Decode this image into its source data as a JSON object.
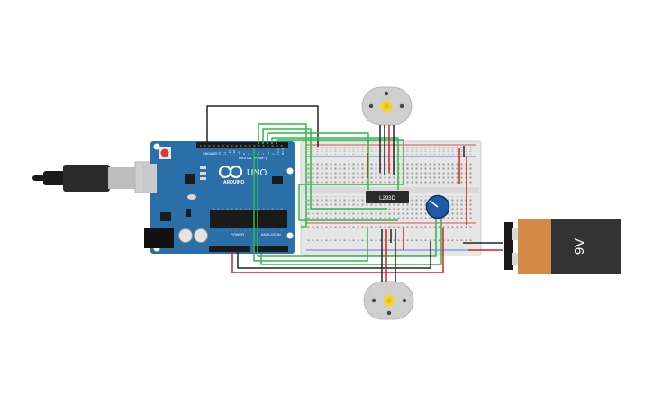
{
  "circuit": {
    "arduino": {
      "brand": "ARDUINO",
      "model": "UNO",
      "header_digital": "DIGITAL (PWM~)",
      "header_power": "POWER",
      "header_analog": "ANALOG IN",
      "pin_aref": "AREF",
      "pin_gnd": "GND",
      "digital_pins": [
        "13",
        "12",
        "~11",
        "~10",
        "~9",
        "8",
        "7",
        "~6",
        "~5",
        "4",
        "~3",
        "2",
        "TX 1",
        "RX 0"
      ]
    },
    "motor_driver": {
      "label": "L293D"
    },
    "battery": {
      "label": "9V"
    },
    "colors": {
      "arduino_board": "#2a6fa8",
      "wire_green": "#2eb84a",
      "wire_red": "#d82020",
      "wire_black": "#222222",
      "breadboard": "#e6e6e6",
      "battery_body": "#d48a45",
      "battery_cap": "#333333",
      "motor_hub": "#f2d535",
      "potentiometer": "#1e5aa8"
    }
  }
}
